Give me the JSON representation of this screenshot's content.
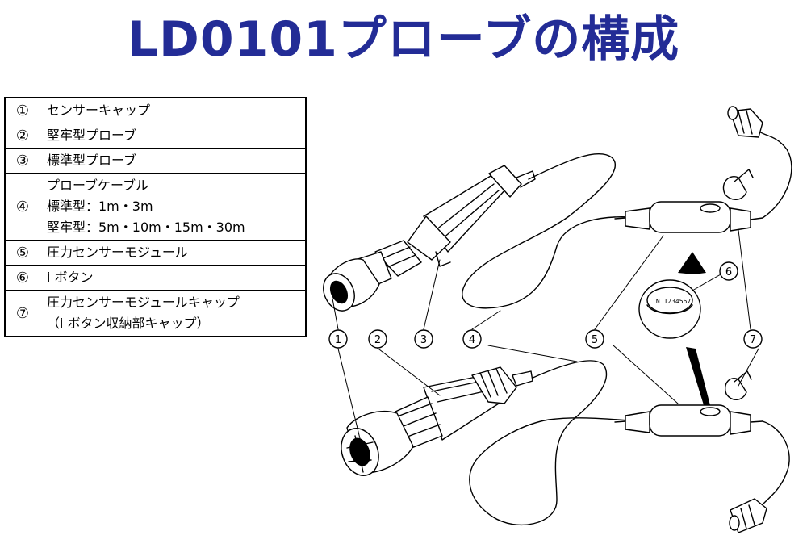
{
  "title": "LD0101プローブの構成",
  "legend": [
    {
      "num": "①",
      "lines": [
        "センサーキャップ"
      ]
    },
    {
      "num": "②",
      "lines": [
        "堅牢型プローブ"
      ]
    },
    {
      "num": "③",
      "lines": [
        "標準型プローブ"
      ]
    },
    {
      "num": "④",
      "lines": [
        "プローブケーブル",
        "標準型：1m・3m",
        "堅牢型：5m・10m・15m・30m"
      ]
    },
    {
      "num": "⑤",
      "lines": [
        "圧力センサーモジュール"
      ]
    },
    {
      "num": "⑥",
      "lines": [
        "i ボタン"
      ]
    },
    {
      "num": "⑦",
      "lines": [
        "圧力センサーモジュールキャップ",
        "（i ボタン収納部キャップ）"
      ]
    }
  ],
  "callouts": [
    "1",
    "2",
    "3",
    "4",
    "5",
    "6",
    "7"
  ],
  "button_text": "IN 1234567"
}
